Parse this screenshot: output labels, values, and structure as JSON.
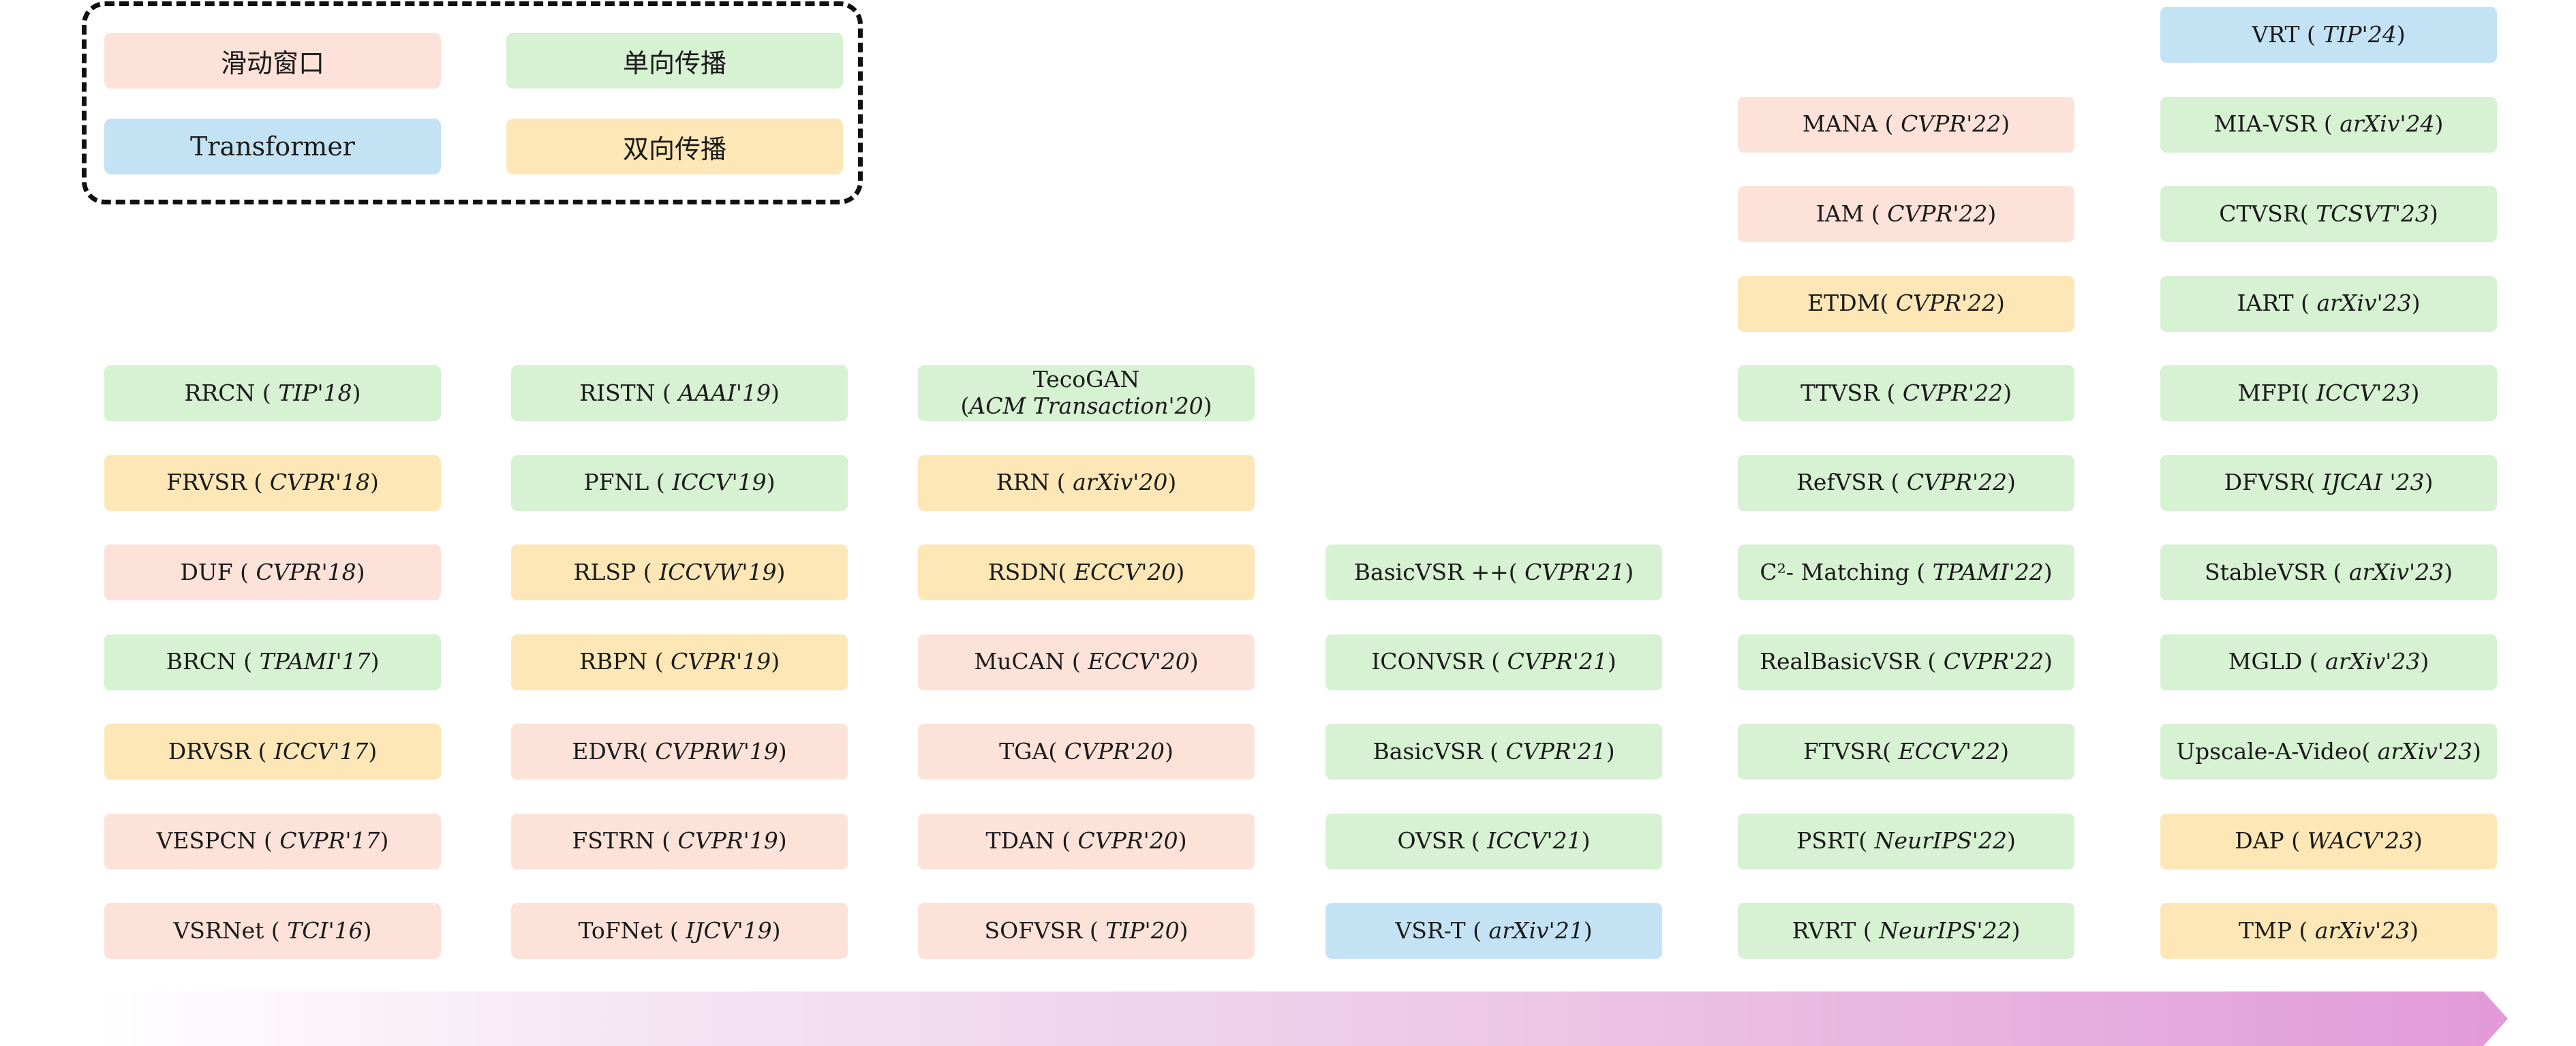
{
  "colors": {
    "sliding_window": "#fde2d9",
    "unidirectional": "#d7f1d3",
    "transformer": "#c3e3f5",
    "bidirectional": "#fde7b6",
    "arrow_gradient_end": "#e29ad8"
  },
  "legend": {
    "sliding_window": "滑动窗口",
    "unidirectional": "单向传播",
    "transformer": "Transformer",
    "bidirectional": "双向传播"
  },
  "columns": [
    {
      "methods": [
        {
          "name": "RRCN (",
          "venue": "TIP'18",
          "close": ")",
          "category": "unidirectional"
        },
        {
          "name": "FRVSR (",
          "venue": "CVPR'18",
          "close": ")",
          "category": "bidirectional"
        },
        {
          "name": "DUF (",
          "venue": "CVPR'18",
          "close": ")",
          "category": "sliding_window"
        },
        {
          "name": "BRCN (",
          "venue": "TPAMI'17",
          "close": ")",
          "category": "unidirectional"
        },
        {
          "name": "DRVSR (",
          "venue": "ICCV'17",
          "close": " )",
          "category": "bidirectional"
        },
        {
          "name": "VESPCN (",
          "venue": "CVPR'17",
          "close": ")",
          "category": "sliding_window"
        },
        {
          "name": "VSRNet (",
          "venue": "TCI'16",
          "close": ")",
          "category": "sliding_window"
        }
      ]
    },
    {
      "methods": [
        {
          "name": "RISTN (",
          "venue": "AAAI'19",
          "close": ")",
          "category": "unidirectional"
        },
        {
          "name": "PFNL (",
          "venue": "ICCV'19",
          "close": ")",
          "category": "unidirectional"
        },
        {
          "name": "RLSP (",
          "venue": "ICCVW'19",
          "close": ")",
          "category": "bidirectional"
        },
        {
          "name": "RBPN (",
          "venue": "CVPR'19",
          "close": ")",
          "category": "bidirectional"
        },
        {
          "name": "EDVR(",
          "venue": "CVPRW'19",
          "close": ")",
          "category": "sliding_window"
        },
        {
          "name": "FSTRN (",
          "venue": "CVPR'19",
          "close": ")",
          "category": "sliding_window"
        },
        {
          "name": "ToFNet (",
          "venue": "IJCV'19",
          "close": ")",
          "category": "sliding_window"
        }
      ]
    },
    {
      "methods": [
        {
          "name": "TecoGAN",
          "name2": "(",
          "venue": "ACM Transaction'20",
          "close": ")",
          "category": "unidirectional"
        },
        {
          "name": "RRN (",
          "venue": "arXiv'20",
          "close": ")",
          "category": "bidirectional"
        },
        {
          "name": "RSDN(",
          "venue": "ECCV'20",
          "close": ")",
          "category": "bidirectional"
        },
        {
          "name": "MuCAN (",
          "venue": "ECCV'20",
          "close": ")",
          "category": "sliding_window"
        },
        {
          "name": "TGA(",
          "venue": "CVPR'20",
          "close": ")",
          "category": "sliding_window"
        },
        {
          "name": "TDAN (",
          "venue": "CVPR'20",
          "close": ")",
          "category": "sliding_window"
        },
        {
          "name": "SOFVSR (",
          "venue": "TIP'20",
          "close": ")",
          "category": "sliding_window"
        }
      ]
    },
    {
      "methods": [
        {
          "name": "BasicVSR ++(",
          "venue": "CVPR'21",
          "close": ")",
          "category": "unidirectional"
        },
        {
          "name": "ICONVSR (",
          "venue": "CVPR'21",
          "close": ")",
          "category": "unidirectional"
        },
        {
          "name": "BasicVSR (",
          "venue": "CVPR'21",
          "close": ")",
          "category": "unidirectional"
        },
        {
          "name": "OVSR (",
          "venue": "ICCV'21",
          "close": ")",
          "category": "unidirectional"
        },
        {
          "name": "VSR-T (",
          "venue": "arXiv'21",
          "close": ")",
          "category": "transformer"
        }
      ]
    },
    {
      "methods": [
        {
          "name": "MANA (",
          "venue": "CVPR'22",
          "close": ")",
          "category": "sliding_window"
        },
        {
          "name": "IAM (",
          "venue": "CVPR'22",
          "close": ")",
          "category": "sliding_window"
        },
        {
          "name": "ETDM(",
          "venue": "CVPR'22",
          "close": ")",
          "category": "bidirectional"
        },
        {
          "name": "TTVSR (",
          "venue": "CVPR'22",
          "close": ")",
          "category": "unidirectional"
        },
        {
          "name": "RefVSR (",
          "venue": "CVPR'22",
          "close": ")",
          "category": "unidirectional"
        },
        {
          "name": "C²- Matching (",
          "venue": "TPAMI'22",
          "close": ")",
          "category": "unidirectional"
        },
        {
          "name": "RealBasicVSR (",
          "venue": "CVPR'22",
          "close": ")",
          "category": "unidirectional"
        },
        {
          "name": "FTVSR(",
          "venue": "ECCV'22",
          "close": ")",
          "category": "unidirectional"
        },
        {
          "name": "PSRT(",
          "venue": "NeurIPS'22",
          "close": ")",
          "category": "unidirectional"
        },
        {
          "name": "RVRT (",
          "venue": "NeurIPS'22",
          "close": ")",
          "category": "unidirectional"
        }
      ]
    },
    {
      "methods": [
        {
          "name": "VRT (",
          "venue": "TIP'24",
          "close": ")",
          "category": "transformer"
        },
        {
          "name": "MIA-VSR (",
          "venue": "arXiv'24",
          "close": ")",
          "category": "unidirectional"
        },
        {
          "name": "CTVSR(",
          "venue": "TCSVT'23",
          "close": ")",
          "category": "unidirectional"
        },
        {
          "name": "IART (",
          "venue": "arXiv'23",
          "close": ")",
          "category": "unidirectional"
        },
        {
          "name": "MFPI(",
          "venue": "ICCV'23",
          "close": ")",
          "category": "unidirectional"
        },
        {
          "name": "DFVSR(",
          "venue": "IJCAI '23",
          "close": ")",
          "category": "unidirectional"
        },
        {
          "name": "StableVSR (",
          "venue": "arXiv'23",
          "close": ")",
          "category": "unidirectional"
        },
        {
          "name": "MGLD (",
          "venue": "arXiv'23",
          "close": ")",
          "category": "unidirectional"
        },
        {
          "name": "Upscale-A-Video(",
          "venue": "arXiv'23",
          "close": ")",
          "category": "unidirectional"
        },
        {
          "name": "DAP (",
          "venue": "WACV'23",
          "close": ")",
          "category": "bidirectional"
        },
        {
          "name": "TMP (",
          "venue": "arXiv'23",
          "close": ")",
          "category": "bidirectional"
        }
      ]
    }
  ]
}
